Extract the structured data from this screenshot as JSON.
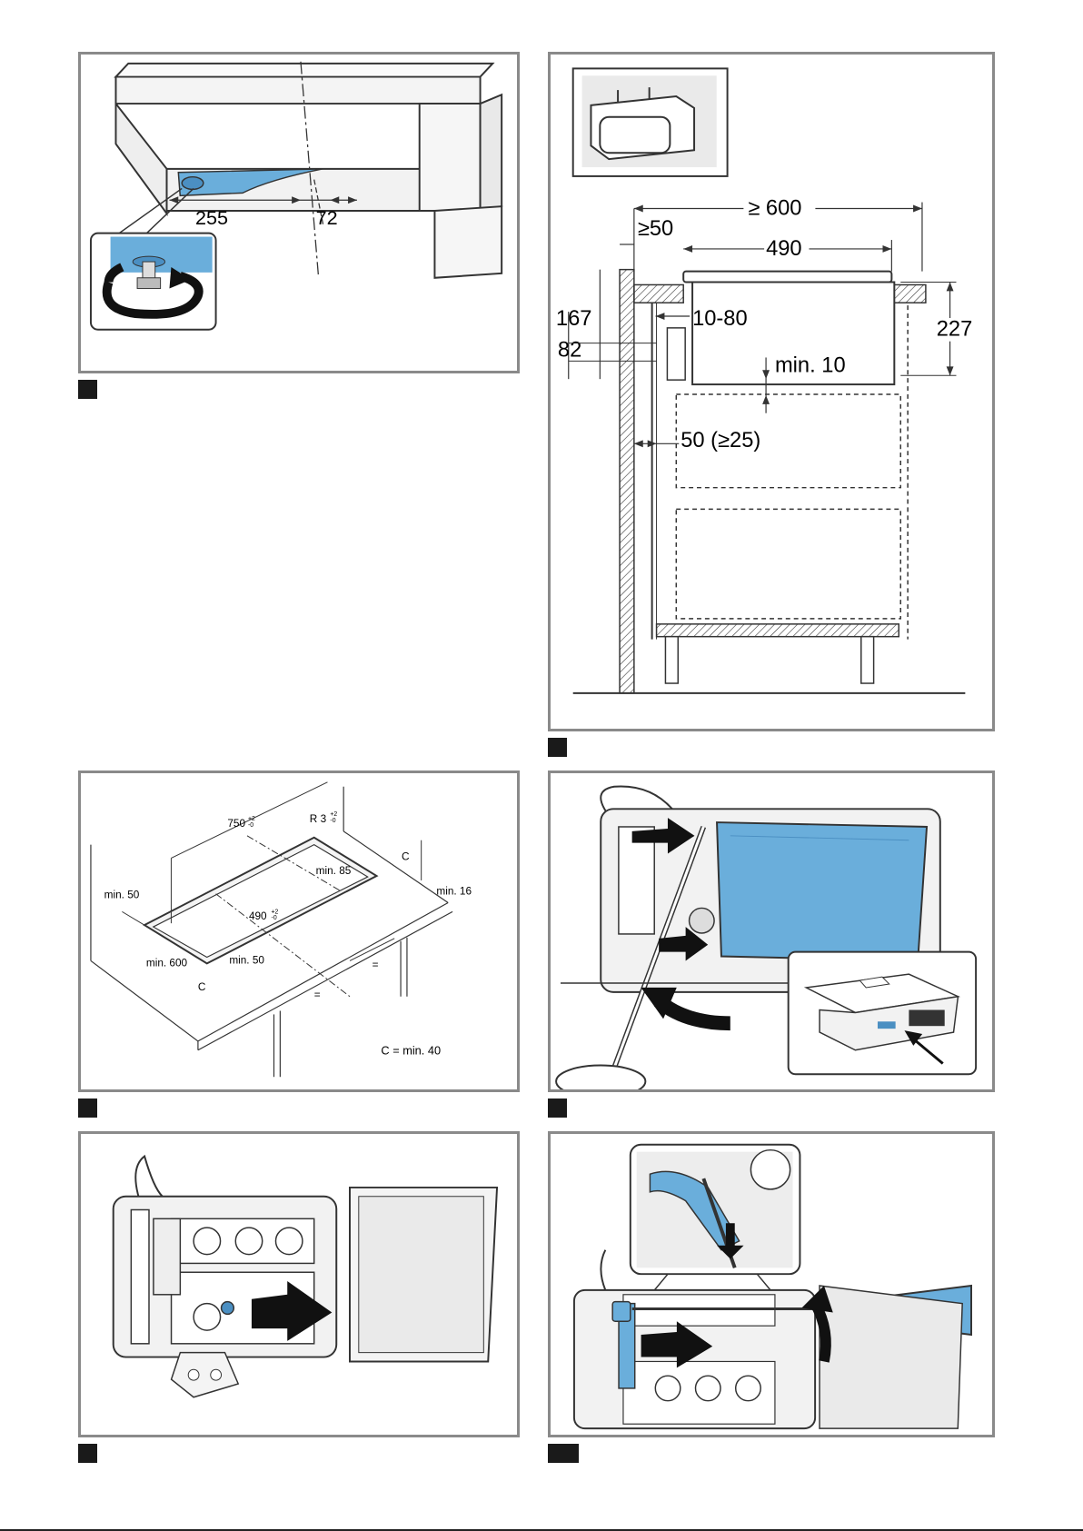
{
  "figures": [
    {
      "id": "fig-1",
      "dimensions": [
        "255",
        "72"
      ]
    },
    {
      "id": "fig-2",
      "dimensions": [
        "≥ 600",
        "≥50",
        "490",
        "167",
        "10-80",
        "82",
        "227",
        "min. 10",
        "50 (≥25)"
      ]
    },
    {
      "id": "fig-3",
      "dimensions": [
        "750",
        "+2",
        "-0",
        "R 3",
        "+2",
        "-0",
        "min. 85",
        "C",
        "min. 16",
        "min. 50",
        "490",
        "+2",
        "-0",
        "min. 600",
        "min. 50",
        "C",
        "=",
        "=",
        "C = min. 40"
      ]
    },
    {
      "id": "fig-4"
    },
    {
      "id": "fig-5"
    },
    {
      "id": "fig-6"
    }
  ],
  "colors": {
    "accent_blue": "#6aaedb",
    "panel_border": "#8a8a8a",
    "tag": "#1a1a1a"
  }
}
